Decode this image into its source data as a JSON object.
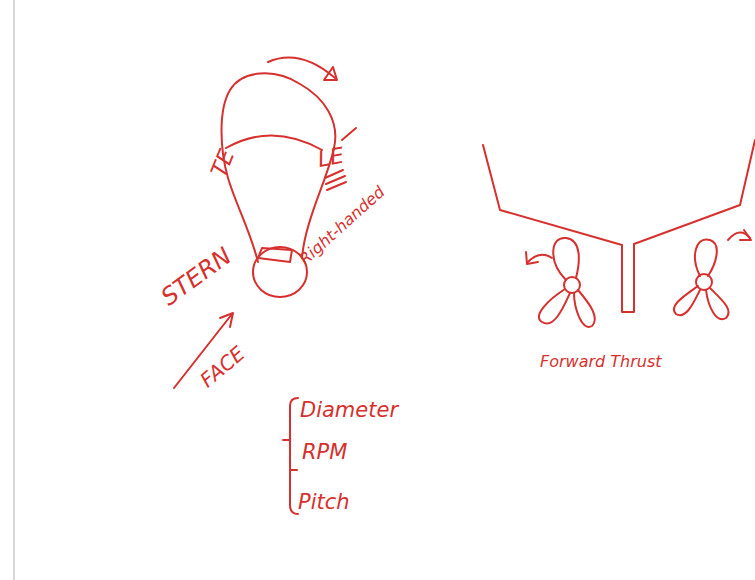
{
  "diagram": {
    "labels": [
      "TE",
      "LE",
      "Right-handed",
      "STERN",
      "FACE",
      "Diameter",
      "RPM",
      "Pitch",
      "Forward Thrust"
    ]
  }
}
